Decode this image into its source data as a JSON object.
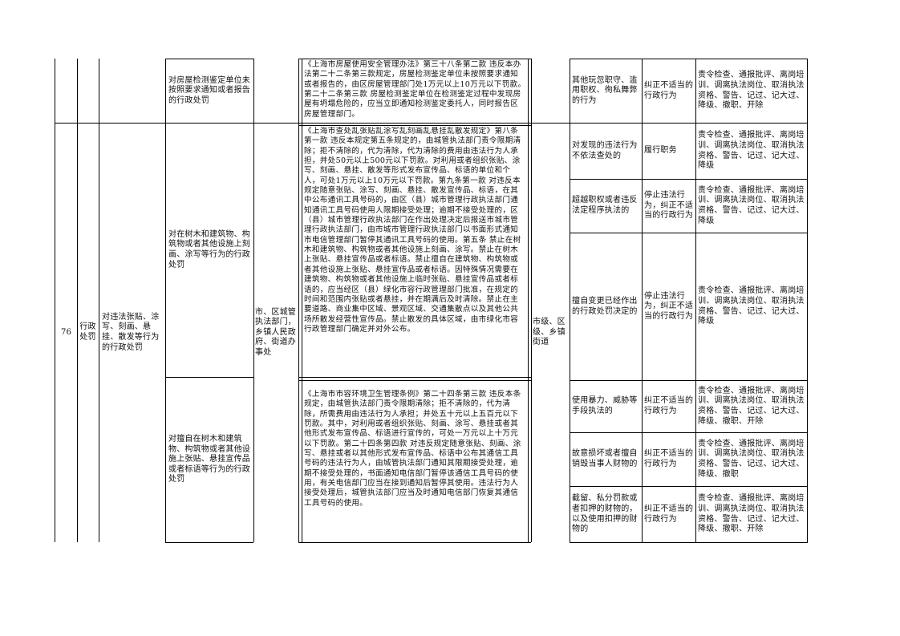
{
  "row_prev": {
    "item": "对房屋检测鉴定单位未按照要求通知或者报告的行政处罚",
    "basis": "《上海市房屋使用安全管理办法》第三十八条第二款 违反本办法第二十二条第三款规定，房屋检测鉴定单位未按照要求通知或者报告的，由区房屋管理部门处1万元以上10万元以下罚款。第二十二条第三款 房屋检测鉴定单位在检测鉴定过程中发现房屋有坍塌危险的，应当立即通知检测鉴定委托人，同时报告区房屋管理部门。",
    "duties": [
      {
        "situation": "其他玩忽职守、滥用职权、徇私舞弊的行为",
        "nature": "纠正不适当的行政行为",
        "liability": "责令检查、通报批评、离岗培训、调离执法岗位、取消执法资格、警告、记过、记大过、降级、撤职、开除"
      }
    ]
  },
  "row76": {
    "seq": "76",
    "category": "行政处罚",
    "name": "对违法张贴、涂写、刻画、悬挂、散发等行为的行政处罚",
    "sub_items": [
      {
        "item": "对在树木和建筑物、构筑物或者其他设施上刻画、涂写等行为的行政处罚",
        "basis": "《上海市查处乱张贴乱涂写乱刻画乱悬挂乱散发规定》第八条第一款 违反本规定第五条规定的，由城管执法部门责令限期清除；拒不清除的，代为清除，代为清除的费用由违法行为人承担，并处50元以上500元以下罚款。对利用或者组织张贴、涂写、刻画、悬挂、散发等形式发布宣传品、标语的单位和个人，可处1万元以上10万元以下罚款。第九条第一款 对违反本规定随意张贴、涂写、刻画、悬挂、散发宣传品、标语，在其中公布通讯工具号码的，由区（县）城市管理行政执法部门通知通讯工具号码使用人限期接受处理；逾期不接受处理的，区（县）城市管理行政执法部门在作出处理决定后报送市城市管理行政执法部门，由市城市管理行政执法部门以书面形式通知市电信管理部门暂停其通讯工具号码的使用。第五条 禁止在树木和建筑物、构筑物或者其他设施上刻画、涂写。禁止在树木上张贴、悬挂宣传品或者标语。禁止擅自在建筑物、构筑物或者其他设施上张贴、悬挂宣传品或者标语。因特殊情况需要在建筑物、构筑物或者其他设施上临时张贴、悬挂宣传品或者标语的，应当经区（县）绿化市容行政管理部门批准，在规定的时间和范围内张贴或者悬挂，并在期满后及时清除。禁止在主要道路、商业集中区域、景观区域、交通集散点以及其他公共场所散发经营性宣传品。禁止散发的具体区域，由市绿化市容行政管理部门确定并对外公布。"
      },
      {
        "item": "对擅自在树木和建筑物、构筑物或者其他设施上张贴、悬挂宣传品或者标语等行为的行政处罚",
        "basis": "《上海市市容环境卫生管理条例》第二十四条第三款 违反本条规定，由城管执法部门责令限期清除；拒不清除的，代为清除，所需费用由违法行为人承担；并处五十元以上五百元以下罚款。其中，对利用或者组织张贴、刻画、涂写、悬挂或者其他形式发布宣传品、标语进行宣传的，可处一万元以上十万元以下罚款。第二十四条第四款 对违反规定随意张贴、刻画、涂写、悬挂或者以其他形式发布宣传品、标语中公布其通信工具号码的违法行为人，由城管执法部门通知其限期接受处理，逾期不接受处理的，书面通知电信部门暂停该通信工具号码的使用，有关电信部门应当在接到通知后暂停其使用。违法行为人接受处理后，城管执法部门应当及时通知电信部门恢复其通信工具号码的使用。"
      }
    ],
    "subject": "市、区城管执法部门，乡镇人民政府、街道办事处",
    "level": "市级、区级、乡镇街道",
    "duties": [
      {
        "situation": "对发现的违法行为不依法查处的",
        "nature": "履行职务",
        "liability": "责令检查、通报批评、离岗培训、调离执法岗位、取消执法资格、警告、记过、记大过、降级"
      },
      {
        "situation": "超越职权或者违反法定程序执法的",
        "nature": "停止违法行为，纠正不适当的行政行为",
        "liability": "责令检查、通报批评、离岗培训、调离执法岗位、取消执法资格、警告、记过、记大过、降级"
      },
      {
        "situation": "擅自变更已经作出的行政处罚决定的",
        "nature": "停止违法行为，纠正不适当的行政行为",
        "liability": "责令检查、通报批评、离岗培训、调离执法岗位、取消执法资格、警告、记过、记大过、降级"
      },
      {
        "situation": "使用暴力、威胁等手段执法的",
        "nature": "纠正不适当的行政行为",
        "liability": "责令检查、通报批评、离岗培训、调离执法岗位、取消执法资格、警告、记过、记大过、降级、撤职、开除"
      },
      {
        "situation": "故意损坏或者擅自销毁当事人财物的",
        "nature": "纠正不适当的行政行为",
        "liability": "责令检查、通报批评、离岗培训、调离执法岗位、取消执法资格、警告、记过、记大过、降级、撤职"
      },
      {
        "situation": "截留、私分罚款或者扣押的财物的，以及使用扣押的财物的",
        "nature": "纠正不适当的行政行为",
        "liability": "责令检查、通报批评、离岗培训、调离执法岗位、取消执法资格、警告、记过、记大过、降级、撤职、开除"
      }
    ]
  }
}
